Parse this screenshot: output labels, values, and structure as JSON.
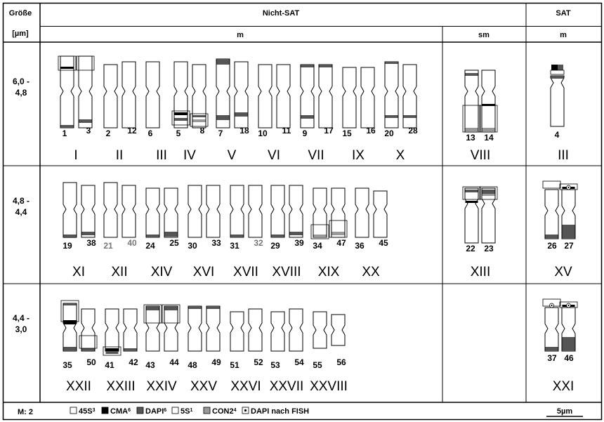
{
  "headers": {
    "size_label": "Größe",
    "size_unit": "[µm]",
    "non_sat": "Nicht-SAT",
    "sat": "SAT",
    "m_main": "m",
    "sm": "sm",
    "m_sat": "m"
  },
  "rows": [
    {
      "size": [
        "6,0 -",
        "4,8"
      ],
      "pairs": [
        {
          "roman": "I",
          "a": "1",
          "b": "3"
        },
        {
          "roman": "II",
          "a": "2",
          "b": "12"
        },
        {
          "roman": "III",
          "a": "6",
          "b": ""
        },
        {
          "roman": "IV",
          "a": "5",
          "b": "8"
        },
        {
          "roman": "V",
          "a": "7",
          "b": "18"
        },
        {
          "roman": "VI",
          "a": "10",
          "b": "11"
        },
        {
          "roman": "VII",
          "a": "9",
          "b": "17"
        },
        {
          "roman": "IX",
          "a": "15",
          "b": "16"
        },
        {
          "roman": "X",
          "a": "20",
          "b": "28"
        }
      ],
      "sm": {
        "roman": "VIII",
        "a": "13",
        "b": "14"
      },
      "sat": {
        "roman": "III",
        "a": "4",
        "b": ""
      }
    },
    {
      "size": [
        "4,8 -",
        "4,4"
      ],
      "pairs": [
        {
          "roman": "XI",
          "a": "19",
          "b": "38"
        },
        {
          "roman": "XII",
          "a": "21",
          "b": "40"
        },
        {
          "roman": "XIV",
          "a": "24",
          "b": "25"
        },
        {
          "roman": "XVI",
          "a": "30",
          "b": "33"
        },
        {
          "roman": "XVII",
          "a": "31",
          "b": "32"
        },
        {
          "roman": "XVIII",
          "a": "29",
          "b": "39"
        },
        {
          "roman": "XIX",
          "a": "34",
          "b": "47"
        },
        {
          "roman": "XX",
          "a": "36",
          "b": "45"
        }
      ],
      "sm": {
        "roman": "XIII",
        "a": "22",
        "b": "23"
      },
      "sat": {
        "roman": "XV",
        "a": "26",
        "b": "27"
      }
    },
    {
      "size": [
        "4,4 -",
        "3,0"
      ],
      "pairs": [
        {
          "roman": "XXII",
          "a": "35",
          "b": "50"
        },
        {
          "roman": "XXIII",
          "a": "41",
          "b": "42"
        },
        {
          "roman": "XXIV",
          "a": "43",
          "b": "44"
        },
        {
          "roman": "XXV",
          "a": "48",
          "b": "49"
        },
        {
          "roman": "XXVI",
          "a": "51",
          "b": "52"
        },
        {
          "roman": "XXVII",
          "a": "53",
          "b": "54"
        },
        {
          "roman": "XXVIII",
          "a": "55",
          "b": "56"
        }
      ],
      "sm": null,
      "sat": {
        "roman": "XXI",
        "a": "37",
        "b": "46"
      }
    }
  ],
  "footer": {
    "m_label": "M: 2",
    "legend": [
      {
        "label": "45S",
        "sup": "3",
        "swatch": "white"
      },
      {
        "label": "CMA",
        "sup": "6",
        "swatch": "black"
      },
      {
        "label": "DAPI",
        "sup": "6",
        "swatch": "darkgrey"
      },
      {
        "label": "5S",
        "sup": "1",
        "swatch": "white"
      },
      {
        "label": "CON2",
        "sup": "4",
        "swatch": "grey"
      },
      {
        "label": "DAPI nach FISH",
        "sup": "",
        "swatch": "dot"
      }
    ],
    "scale_label": "5µm"
  },
  "colors": {
    "dapi": "#555555",
    "cma": "#000000",
    "con2": "#999999",
    "line": "#000000"
  }
}
